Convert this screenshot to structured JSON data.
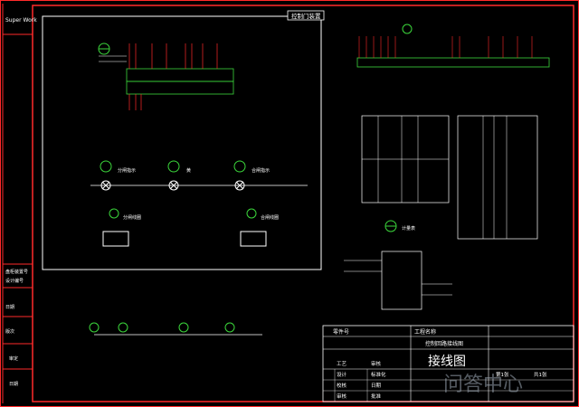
{
  "sidebar": {
    "brand": "Super Work",
    "items": [
      "盘柜装置号",
      "设计编号",
      "日期",
      "版次",
      "审定",
      "日期"
    ]
  },
  "panel": {
    "title": "控制门装置"
  },
  "title_block": {
    "drawing_name": "接线图",
    "project_title": "控制回路接线图",
    "project_label": "工程名称",
    "part_label": "零件号",
    "roles": [
      "设计",
      "校核",
      "审核",
      "工艺"
    ],
    "right_cells": [
      "审核",
      "标准化",
      "日期",
      "批准"
    ],
    "page_meta": [
      "第1张",
      "共1张"
    ],
    "watermark": "问答中心"
  },
  "components": {
    "lamp_green": "分闸指示",
    "lamp_red": "合闸指示",
    "lamp_yellow": "黄",
    "relay_left": "分闸线圈",
    "relay_right": "合闸线圈",
    "meter": "计量表"
  },
  "colors": {
    "background": "#000000",
    "frame": "#ff2a2a",
    "line": "#ffffff",
    "accent_green": "#3bd63b",
    "accent_yellow": "#ffe400",
    "accent_cyan": "#3ad8e8"
  }
}
